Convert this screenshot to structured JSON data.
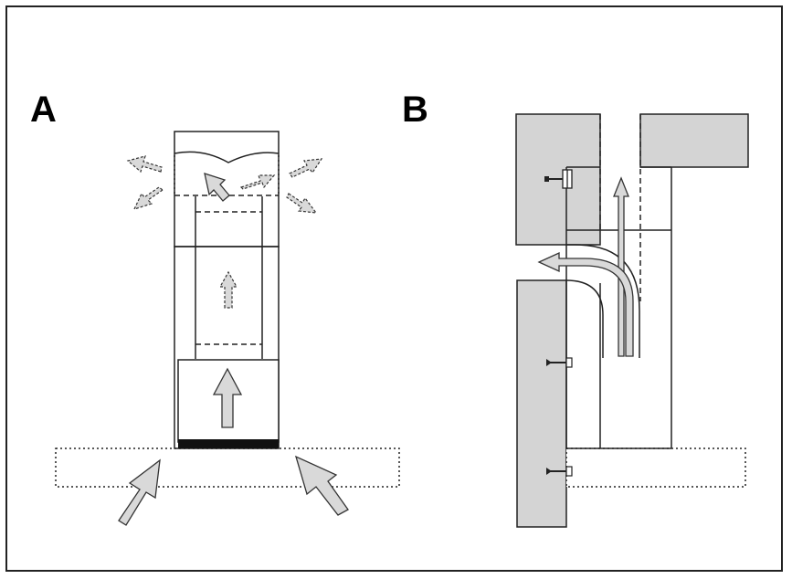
{
  "figure": {
    "panels": [
      {
        "id": "A",
        "label": "A"
      },
      {
        "id": "B",
        "label": "B"
      }
    ],
    "colors": {
      "outline": "#222222",
      "wall_fill": "#d4d4d4",
      "arrow_fill": "#d9d9d9",
      "filter_bar": "#111111"
    }
  }
}
